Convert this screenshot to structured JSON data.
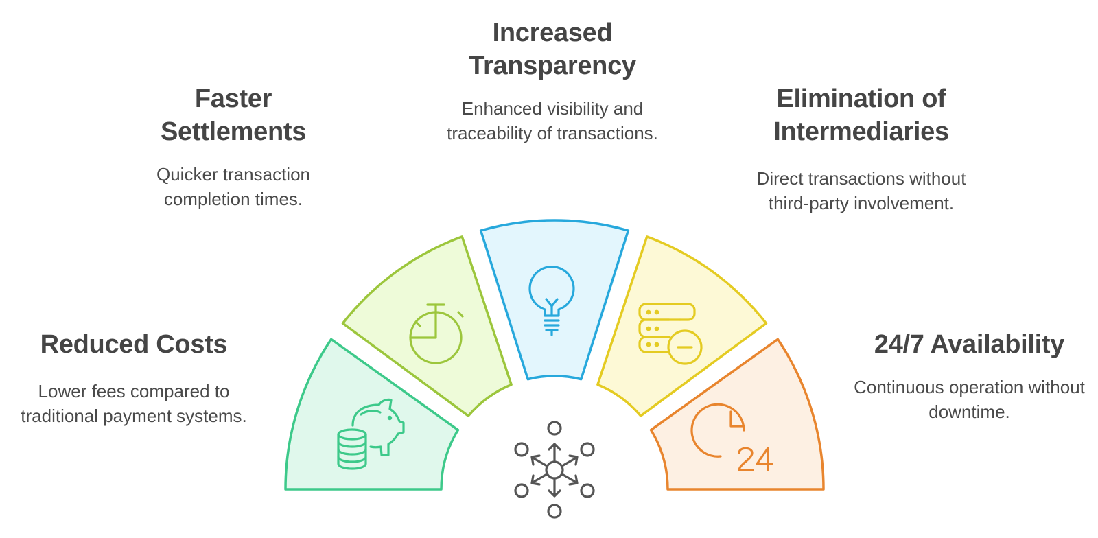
{
  "benefits": {
    "reduced_costs": {
      "title": "Reduced Costs",
      "description": "Lower fees compared to traditional payment systems."
    },
    "faster_settlements": {
      "title_line1": "Faster",
      "title_line2": "Settlements",
      "description": "Quicker transaction completion times."
    },
    "increased_transparency": {
      "title_line1": "Increased",
      "title_line2": "Transparency",
      "description": "Enhanced visibility and traceability of transactions."
    },
    "elimination_of_intermediaries": {
      "title_line1": "Elimination of",
      "title_line2": "Intermediaries",
      "description": "Direct transactions without third-party involvement."
    },
    "availability": {
      "title": "24/7 Availability",
      "description": "Continuous operation without downtime."
    }
  },
  "segments": [
    {
      "key": "reduced_costs",
      "icon": "piggy-bank-coins-icon",
      "fill": "#e0f8ec",
      "stroke": "#3dc98a"
    },
    {
      "key": "faster_settlements",
      "icon": "stopwatch-icon",
      "fill": "#eefbd9",
      "stroke": "#9cc63c"
    },
    {
      "key": "increased_transparency",
      "icon": "lightbulb-icon",
      "fill": "#e3f6fd",
      "stroke": "#27a8dc"
    },
    {
      "key": "elimination_of_intermediaries",
      "icon": "server-remove-icon",
      "fill": "#fdf9d6",
      "stroke": "#e4cb22"
    },
    {
      "key": "availability",
      "icon": "clock-24-icon",
      "fill": "#fdf0e3",
      "stroke": "#e8852e"
    }
  ],
  "hub": {
    "icon": "network-hub-icon",
    "color": "#555555"
  }
}
